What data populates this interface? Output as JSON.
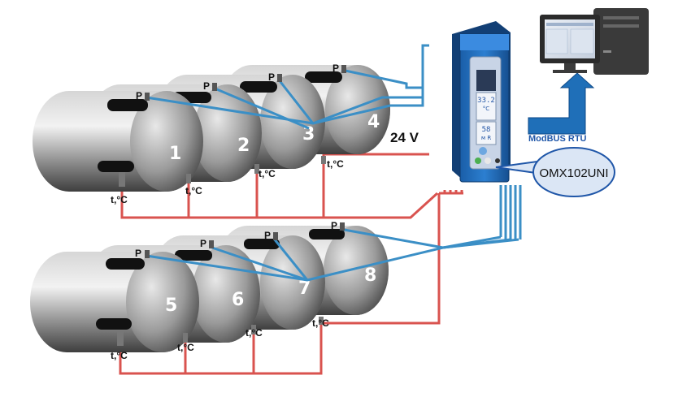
{
  "tanks_top": [
    "1",
    "2",
    "3",
    "4"
  ],
  "tanks_bottom": [
    "5",
    "6",
    "7",
    "8"
  ],
  "pressure_label": "P",
  "temp_label": "t,°C",
  "voltage_label": "24 V",
  "modbus_label": "ModBUS RTU",
  "device_label": "OMX102UNI",
  "display": {
    "top_value": "33.2",
    "top_unit": "°C",
    "bottom_value": "58",
    "bottom_unit": "м R"
  },
  "colors": {
    "pressure_line": "#3b8fc6",
    "temp_line": "#d9534f",
    "tank_body": "#9b9b9b",
    "device_blue": "#1f6fb8",
    "callout_fill": "#dbe6f5",
    "callout_stroke": "#1f56a8"
  }
}
